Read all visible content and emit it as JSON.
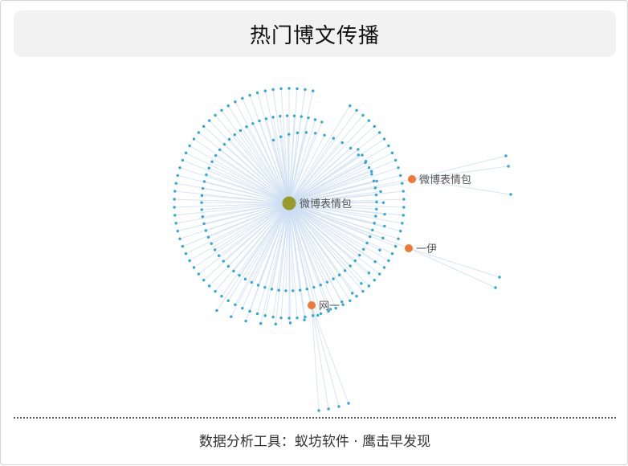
{
  "title": "热门博文传播",
  "footer": "数据分析工具：蚁坊软件 · 鹰击早发现",
  "chart_data": {
    "type": "network",
    "root": {
      "name": "微博表情包",
      "color": "#9a9a2c"
    },
    "hubs": [
      {
        "name": "微博表情包",
        "color": "#f07832",
        "children": 3
      },
      {
        "name": "一伊",
        "color": "#f07832",
        "children": 2
      },
      {
        "name": "网一",
        "color": "#f07832",
        "children": 4
      }
    ],
    "leaf_color": "#2fa8d8",
    "edge_color": "#c9dcf2",
    "label_color": "#555555"
  }
}
